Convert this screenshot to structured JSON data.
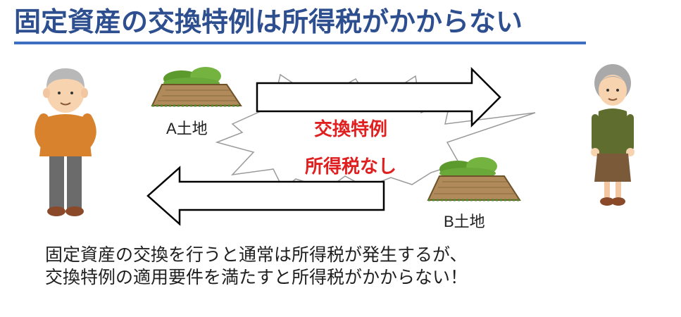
{
  "title": "固定資産の交換特例は所得税がかからない",
  "diagram": {
    "land_a_label": "A土地",
    "land_b_label": "B土地",
    "burst_line1": "交換特例",
    "burst_line2": "所得税なし"
  },
  "caption": {
    "line1": "固定資産の交換を行うと通常は所得税が発生するが、",
    "line2": "交換特例の適用要件を満たすと所得税がかからない！"
  },
  "colors": {
    "title": "#2E4F8F",
    "underline": "#3C6FC2",
    "burst_text": "#E02020",
    "soil": "#B08A5A",
    "hill": "#6AA83A"
  }
}
